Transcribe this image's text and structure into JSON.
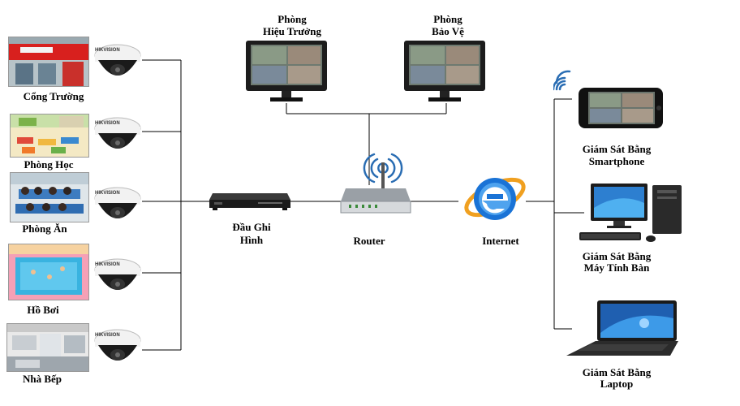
{
  "locations": [
    {
      "id": "gate",
      "label": "Cổng Trường"
    },
    {
      "id": "classroom",
      "label": "Phòng Học"
    },
    {
      "id": "canteen",
      "label": "Phòng Ăn"
    },
    {
      "id": "pool",
      "label": "Hồ Bơi"
    },
    {
      "id": "kitchen",
      "label": "Nhà Bếp"
    }
  ],
  "nvr": {
    "line1": "Đầu Ghi",
    "line2": "Hình"
  },
  "router": {
    "label": "Router"
  },
  "internet": {
    "label": "Internet"
  },
  "monitors": [
    {
      "line1": "Phòng",
      "line2": "Hiệu Trưởng"
    },
    {
      "line1": "Phòng",
      "line2": "Bảo Vệ"
    }
  ],
  "clients": [
    {
      "line1": "Giám Sát Bằng",
      "line2": "Smartphone",
      "icon": "smartphone-icon"
    },
    {
      "line1": "Giám Sát Bằng",
      "line2": "Máy Tính Bàn",
      "icon": "desktop-icon"
    },
    {
      "line1": "Giám Sát Bằng",
      "line2": "Laptop",
      "icon": "laptop-icon"
    }
  ],
  "cam_brand": "HIKVISION",
  "colors": {
    "line": "#000000",
    "cam_body": "#f2f2f2",
    "cam_dome": "#1a1a1a",
    "wifi": "#2a6db3",
    "ie_blue": "#1a73d6",
    "ie_orange": "#f0a020"
  }
}
